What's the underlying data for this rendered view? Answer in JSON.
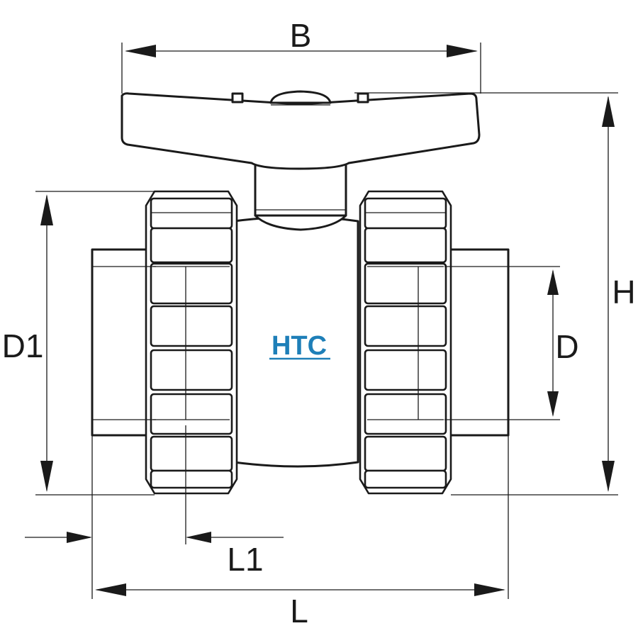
{
  "labels": {
    "B": "B",
    "H": "H",
    "D1": "D1",
    "D": "D",
    "L1": "L1",
    "L": "L"
  },
  "logo": {
    "text": "HTC",
    "color": "#1e7fb8"
  },
  "colors": {
    "line": "#1a1a1a",
    "background": "#ffffff"
  }
}
